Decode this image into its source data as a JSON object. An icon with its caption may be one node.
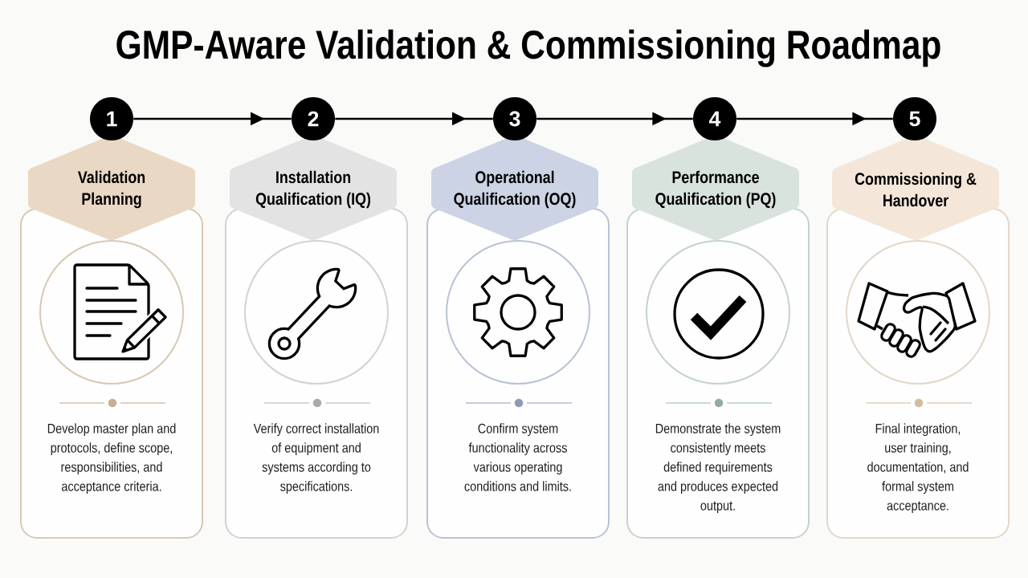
{
  "diagram": {
    "title": "GMP-Aware Validation & Commissioning Roadmap",
    "nodes": [
      {
        "text": [
          "1"
        ]
      },
      {
        "text": [
          "2"
        ]
      },
      {
        "text": [
          "3"
        ]
      },
      {
        "text": [
          "4"
        ]
      },
      {
        "text": [
          "5"
        ]
      },
      {
        "text": [
          "Validation Planning"
        ]
      },
      {
        "text": [
          "Installation Qualification (IQ)"
        ]
      },
      {
        "text": [
          "Operational Qualification (OQ)"
        ]
      },
      {
        "text": [
          "Performance Qualification (PQ)"
        ]
      },
      {
        "text": [
          "Commissioning & Handover"
        ]
      },
      {
        "text": [
          "Develop master plan and protocols, define scope, responsibilities, and acceptance criteria."
        ]
      },
      {
        "text": [
          "Verify correct installation of equipment and systems according to specifications."
        ]
      },
      {
        "text": [
          "Confirm system functionality across various operating conditions and limits."
        ]
      },
      {
        "text": [
          "Demonstrate the system consistently meets defined requirements and produces expected output."
        ]
      },
      {
        "text": [
          "Final integration, user training, documentation, and formal system acceptance."
        ]
      }
    ],
    "edges": [
      {
        "from": 0,
        "to": 1,
        "arrow": "to"
      },
      {
        "from": 1,
        "to": 2,
        "arrow": "to"
      },
      {
        "from": 2,
        "to": 3,
        "arrow": "to"
      },
      {
        "from": 3,
        "to": 4,
        "arrow": "to"
      }
    ]
  }
}
